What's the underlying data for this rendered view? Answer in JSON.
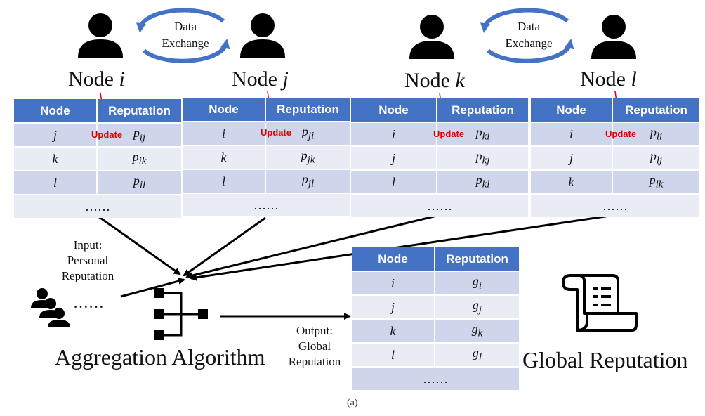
{
  "nodes": [
    {
      "prefix": "Node ",
      "var": "i"
    },
    {
      "prefix": "Node ",
      "var": "j"
    },
    {
      "prefix": "Node ",
      "var": "k"
    },
    {
      "prefix": "Node ",
      "var": "l"
    }
  ],
  "data_exchange_label": [
    "Data",
    "Exchange"
  ],
  "table_headers": {
    "node": "Node",
    "reputation": "Reputation"
  },
  "update_label": "Update",
  "personal_tables": [
    {
      "owner": "i",
      "rows": [
        {
          "node": "j",
          "rep": "p",
          "sub": "ij"
        },
        {
          "node": "k",
          "rep": "p",
          "sub": "ik"
        },
        {
          "node": "l",
          "rep": "p",
          "sub": "il"
        }
      ],
      "ellipsis": "……"
    },
    {
      "owner": "j",
      "rows": [
        {
          "node": "i",
          "rep": "p",
          "sub": "ji"
        },
        {
          "node": "k",
          "rep": "p",
          "sub": "jk"
        },
        {
          "node": "l",
          "rep": "p",
          "sub": "jl"
        }
      ],
      "ellipsis": "……"
    },
    {
      "owner": "k",
      "rows": [
        {
          "node": "i",
          "rep": "p",
          "sub": "ki"
        },
        {
          "node": "j",
          "rep": "p",
          "sub": "kj"
        },
        {
          "node": "l",
          "rep": "p",
          "sub": "kl"
        }
      ],
      "ellipsis": "……"
    },
    {
      "owner": "l",
      "rows": [
        {
          "node": "i",
          "rep": "p",
          "sub": "li"
        },
        {
          "node": "j",
          "rep": "p",
          "sub": "lj"
        },
        {
          "node": "k",
          "rep": "p",
          "sub": "lk"
        }
      ],
      "ellipsis": "……"
    }
  ],
  "global_table": {
    "rows": [
      {
        "node": "i",
        "rep": "g",
        "sub": "i"
      },
      {
        "node": "j",
        "rep": "g",
        "sub": "j"
      },
      {
        "node": "k",
        "rep": "g",
        "sub": "k"
      },
      {
        "node": "l",
        "rep": "g",
        "sub": "l"
      }
    ],
    "ellipsis": "……"
  },
  "input_label": [
    "Input:",
    "Personal",
    "Reputation"
  ],
  "users_ellipsis": "……",
  "output_label": [
    "Output:",
    "Global",
    "Reputation"
  ],
  "aggregation_title": "Aggregation Algorithm",
  "global_reputation_title": "Global Reputation",
  "caption": "(a)",
  "icons": {
    "user": "user-icon",
    "exchange": "circular-arrows-icon",
    "group": "user-group-icon",
    "algorithm": "aggregation-icon",
    "document": "scroll-document-icon"
  },
  "colors": {
    "header": "#4472c4",
    "row_dark": "#cfd5ea",
    "row_light": "#e9ebf5",
    "update": "#e00000",
    "exchange_arrow": "#4472c4"
  }
}
